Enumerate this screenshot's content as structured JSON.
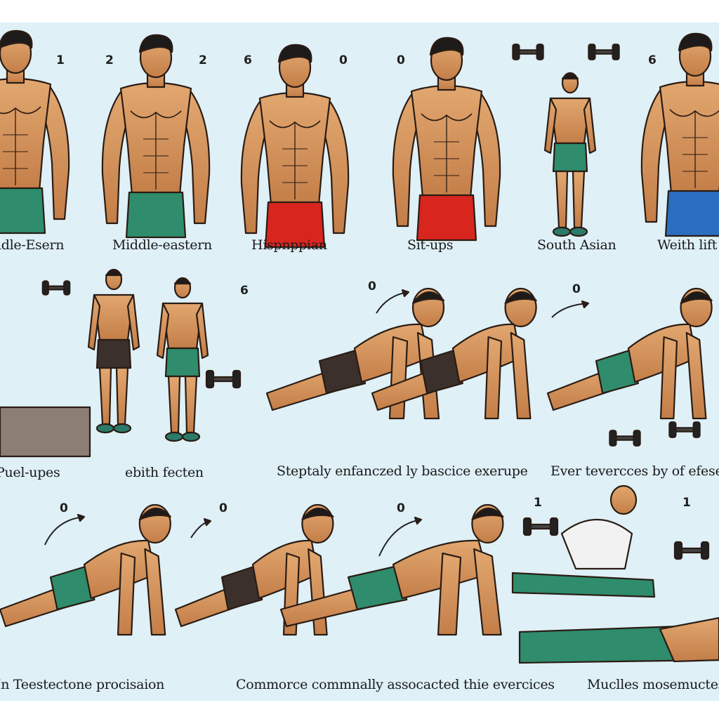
{
  "palette": {
    "background": "#dff0f7",
    "skin": "#d99a63",
    "skin_shadow": "#b8713f",
    "hair": "#1d1a1a",
    "shorts_green": "#2f8c6c",
    "shorts_red": "#d8261f",
    "shorts_blue": "#2a6fbf",
    "shorts_black": "#3b302b",
    "outline": "#2a1c14"
  },
  "row1": {
    "numbers": [
      "1",
      "2",
      "2",
      "6",
      "0",
      "0",
      "6"
    ],
    "captions": [
      "ldle-Esern",
      "Middle-eastern",
      "Hispnppian",
      "Sit-ups",
      "South Asian",
      "Weith lift"
    ]
  },
  "row2": {
    "numbers": [
      "6",
      "0",
      "0"
    ],
    "captions": [
      "Puel-upes",
      "ebith fecten",
      "Steptaly enfanczed ly bascice exerupe",
      "Ever tevercces by of efese puct"
    ]
  },
  "row3": {
    "numbers": [
      "0",
      "0",
      "0",
      "1",
      "1"
    ],
    "captions": [
      "In Teestectone procisaion",
      "Commorce commnally assocacted thie evercices",
      "Muclles mosemuctes ar"
    ]
  }
}
